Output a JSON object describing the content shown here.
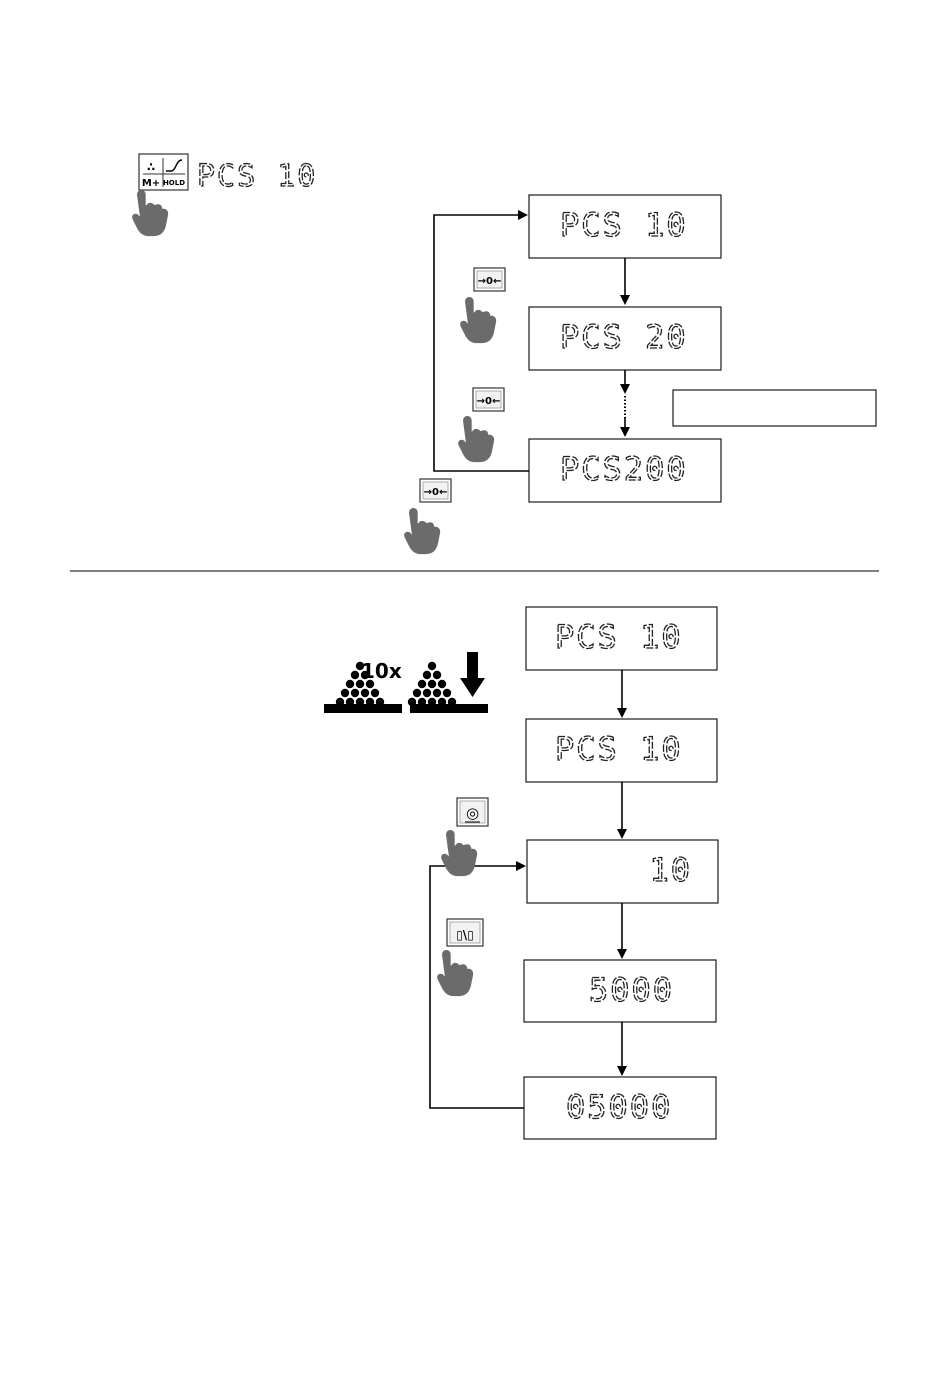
{
  "top_section": {
    "intro_display": "PCS  10",
    "intro_key": {
      "top_left": "∴",
      "bottom_left": "M+",
      "bottom_right": "HOLD"
    },
    "zero_key_label": "→0←",
    "displays": [
      {
        "value": "PCS  10"
      },
      {
        "value": "PCS 20"
      },
      {
        "value": "PCS200"
      }
    ],
    "note_text": ""
  },
  "bottom_section": {
    "sample_label": "10x",
    "displays": [
      {
        "value": "PCS  10"
      },
      {
        "value": "PCS  10"
      },
      {
        "value": "10"
      },
      {
        "value": "5000"
      },
      {
        "value": "05000"
      }
    ],
    "print_key_label": "◎",
    "switch_key_label": "▯\\▯"
  },
  "colors": {
    "line": "#000000",
    "hand": "#6b6b6b",
    "separator": "#555555"
  }
}
